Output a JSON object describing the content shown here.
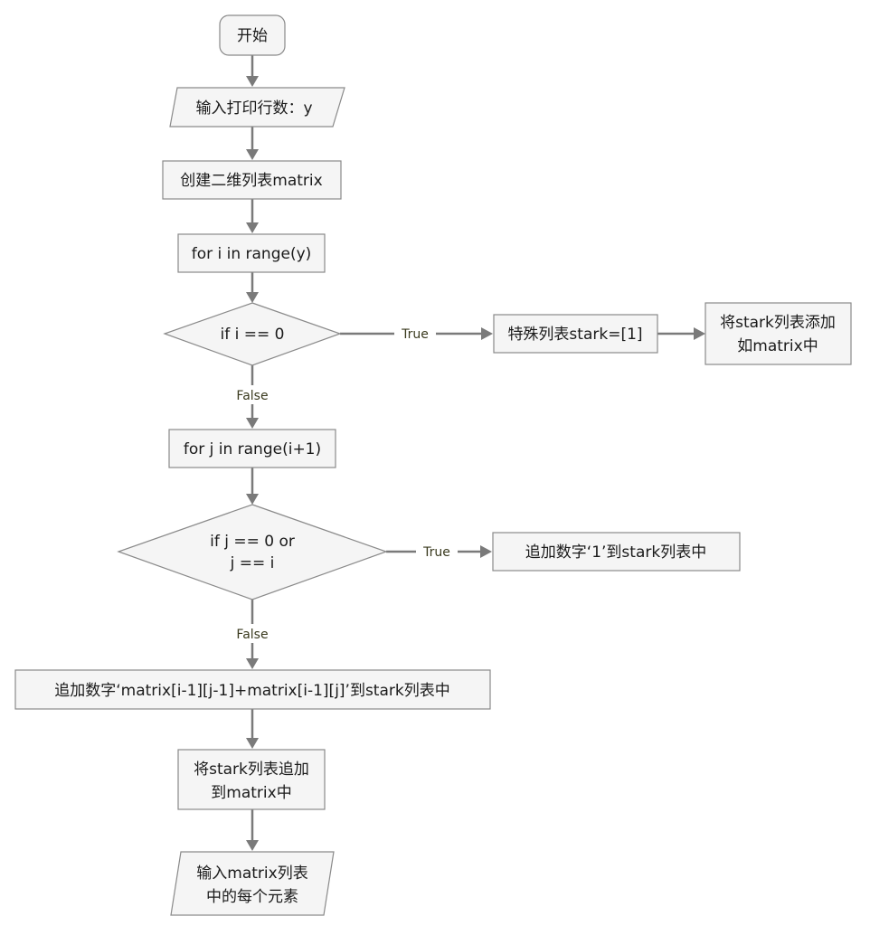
{
  "diagram": {
    "nodes": {
      "start": "开始",
      "input_rows": "输入打印行数：y",
      "create_matrix": "创建二维列表matrix",
      "loop_i": "for i in range(y)",
      "cond_i0": "if i == 0",
      "special_list_line1": "特殊列表stark=[1]",
      "add_stark_line1": "将stark列表添加",
      "add_stark_line2": "如matrix中",
      "loop_j": "for j in range(i+1)",
      "cond_j_line1": "if j == 0 or",
      "cond_j_line2": "j == i",
      "append_one": "追加数字‘1’到stark列表中",
      "append_sum": "追加数字‘matrix[i-1][j-1]+matrix[i-1][j]’到stark列表中",
      "append_stark_line1": "将stark列表追加",
      "append_stark_line2": "到matrix中",
      "output_line1": "输入matrix列表",
      "output_line2": "中的每个元素"
    },
    "edge_labels": {
      "i0_true": "True",
      "i0_false": "False",
      "j_true": "True",
      "j_false": "False"
    },
    "colors": {
      "node_fill": "#f5f5f5",
      "node_stroke": "#8a8a8a",
      "edge": "#7a7a7a",
      "edge_label": "#3a3a1e"
    }
  }
}
